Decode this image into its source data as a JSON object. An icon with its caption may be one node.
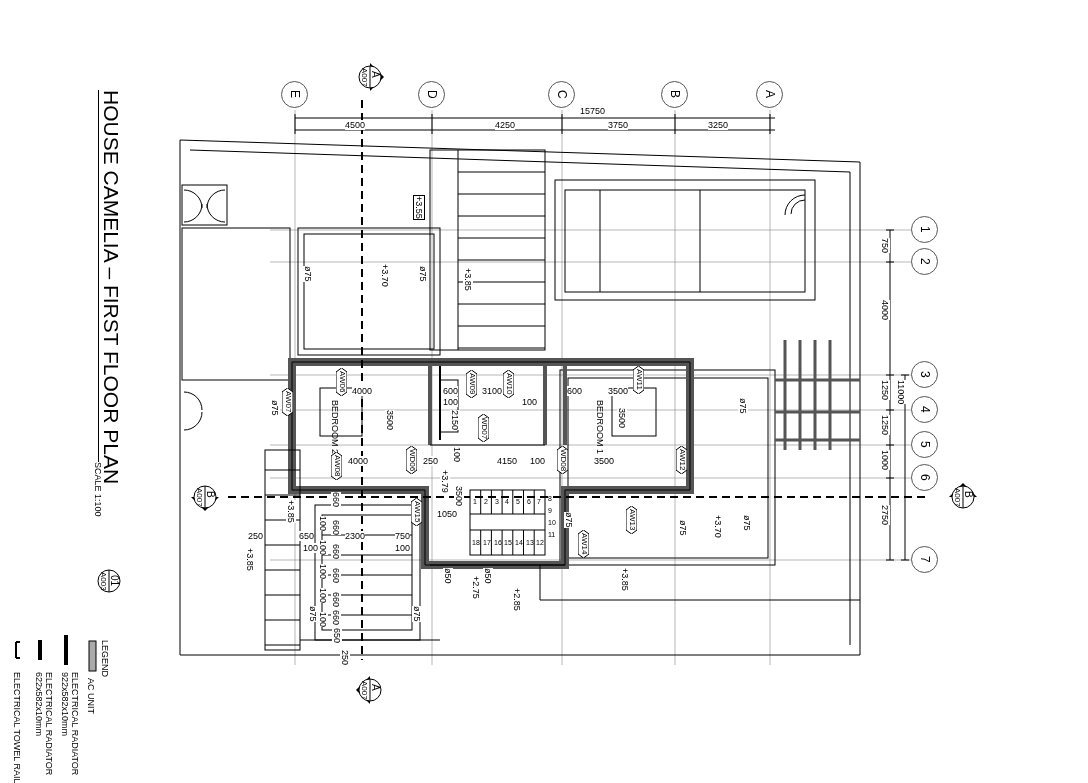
{
  "diagram": {
    "title": "HOUSE CAMELIA – FIRST FLOOR PLAN",
    "nodes": [
      {
        "text": [
          "E"
        ]
      },
      {
        "text": [
          "D"
        ]
      },
      {
        "text": [
          "C"
        ]
      },
      {
        "text": [
          "B"
        ]
      },
      {
        "text": [
          "A"
        ]
      },
      {
        "text": [
          "1"
        ]
      },
      {
        "text": [
          "2"
        ]
      },
      {
        "text": [
          "3"
        ]
      },
      {
        "text": [
          "4"
        ]
      },
      {
        "text": [
          "5"
        ]
      },
      {
        "text": [
          "6"
        ]
      },
      {
        "text": [
          "7"
        ]
      },
      {
        "text": [
          "A",
          "A007"
        ]
      },
      {
        "text": [
          "B",
          "A007"
        ]
      },
      {
        "text": [
          "B",
          "A007"
        ]
      },
      {
        "text": [
          "A",
          "A007"
        ]
      },
      {
        "text": [
          "01",
          "A003"
        ]
      },
      {
        "text": [
          "BEDROOM 2"
        ]
      },
      {
        "text": [
          "BEDROOM 1"
        ]
      },
      {
        "text": [
          "AW07"
        ]
      },
      {
        "text": [
          "AW06"
        ]
      },
      {
        "text": [
          "AW08"
        ]
      },
      {
        "text": [
          "WD06"
        ]
      },
      {
        "text": [
          "AW09"
        ]
      },
      {
        "text": [
          "AW10"
        ]
      },
      {
        "text": [
          "WD07"
        ]
      },
      {
        "text": [
          "WD08"
        ]
      },
      {
        "text": [
          "AW11"
        ]
      },
      {
        "text": [
          "AW12"
        ]
      },
      {
        "text": [
          "AW13"
        ]
      },
      {
        "text": [
          "AW14"
        ]
      },
      {
        "text": [
          "AW15"
        ]
      }
    ],
    "labels": [
      "SCALE 1:100",
      "15750",
      "4500",
      "4250",
      "3750",
      "3250",
      "750",
      "4000",
      "1250",
      "1250",
      "1000",
      "2750",
      "11000",
      "+3.55",
      "ø75",
      "+3.70",
      "ø75",
      "+3.85",
      "4000",
      "3500",
      "600",
      "100",
      "2150",
      "3100",
      "100",
      "600",
      "3500",
      "3500",
      "ø75",
      "ø75",
      "4000",
      "250",
      "100",
      "4150",
      "100",
      "3500",
      "+3.79",
      "3500",
      "1050",
      "+3.85",
      "660",
      "100",
      "660",
      "100",
      "660",
      "100",
      "660",
      "100",
      "660",
      "100",
      "660",
      "650",
      "250",
      "250",
      "650",
      "100",
      "2300",
      "750",
      "100",
      "+3.85",
      "ø50",
      "+2.75",
      "ø50",
      "+2.85",
      "ø75",
      "ø75",
      "ø75",
      "ø75",
      "+3.70",
      "ø75",
      "+3.85",
      "1",
      "2",
      "3",
      "4",
      "5",
      "6",
      "7",
      "8",
      "9",
      "10",
      "11",
      "18",
      "17",
      "16",
      "15",
      "14",
      "13",
      "12",
      "LEGEND"
    ],
    "legend": [
      {
        "text": "AC UNIT"
      },
      {
        "text": "ELECTRICAL RADIATOR 922x582x10mm"
      },
      {
        "text": "ELECTRICAL RADIATOR 622x582x10mm"
      },
      {
        "text": "ELECTRICAL TOWEL RAIL"
      }
    ]
  }
}
